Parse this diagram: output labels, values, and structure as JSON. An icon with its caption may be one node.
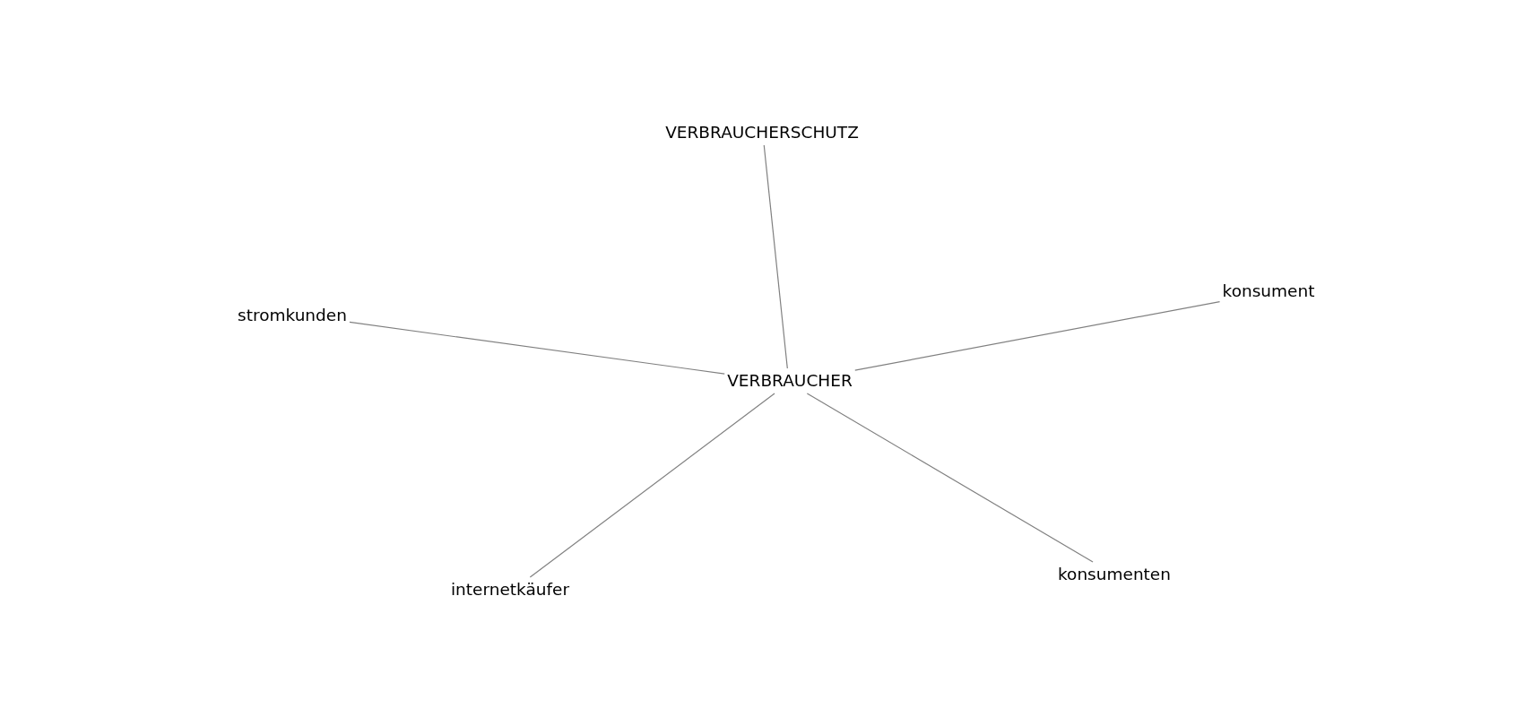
{
  "diagram": {
    "nodes": [
      {
        "text": [
          "VERBRAUCHERSCHUTZ"
        ]
      },
      {
        "text": [
          "konsument"
        ]
      },
      {
        "text": [
          "stromkunden"
        ]
      },
      {
        "text": [
          "VERBRAUCHER"
        ]
      },
      {
        "text": [
          "konsumenten"
        ]
      },
      {
        "text": [
          "internetkäufer"
        ]
      }
    ],
    "edges": [
      {
        "from": 3,
        "to": 0,
        "arrow": "none"
      },
      {
        "from": 3,
        "to": 1,
        "arrow": "none"
      },
      {
        "from": 3,
        "to": 2,
        "arrow": "none"
      },
      {
        "from": 3,
        "to": 4,
        "arrow": "none"
      },
      {
        "from": 3,
        "to": 5,
        "arrow": "none"
      }
    ]
  }
}
